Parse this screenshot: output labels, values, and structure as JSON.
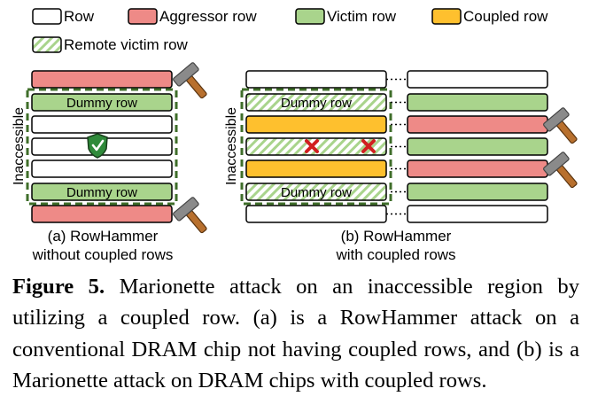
{
  "legend": {
    "row": "Row",
    "aggressor": "Aggressor row",
    "victim": "Victim row",
    "coupled": "Coupled row",
    "remote": "Remote victim row"
  },
  "colors": {
    "aggressor": "#ee8a87",
    "victim": "#a9d48c",
    "coupled": "#fec02e",
    "border_dark": "#3f6e2a",
    "row_border": "#000000"
  },
  "panel_a": {
    "side_label": "Inaccessible",
    "dummy_top": "Dummy row",
    "dummy_bottom": "Dummy row",
    "caption_line1": "(a)  RowHammer",
    "caption_line2": "without coupled rows",
    "rows": [
      "aggressor",
      "victim",
      "row",
      "row",
      "row",
      "victim",
      "aggressor"
    ]
  },
  "panel_b": {
    "side_label": "Inaccessible",
    "dummy_top": "Dummy row",
    "dummy_bottom": "Dummy row",
    "caption_line1": "(b) RowHammer",
    "caption_line2": "with coupled rows",
    "left_rows": [
      "row",
      "remote",
      "coupled",
      "remote",
      "coupled",
      "remote",
      "row"
    ],
    "right_rows": [
      "row",
      "victim",
      "aggressor",
      "victim",
      "aggressor",
      "victim",
      "row"
    ]
  },
  "caption": {
    "label": "Figure 5.",
    "text": "Marionette attack on an inaccessible region by utilizing a coupled row. (a) is a RowHammer attack on a conventional DRAM chip not having coupled rows, and (b) is a Marionette attack on DRAM chips with coupled rows."
  }
}
